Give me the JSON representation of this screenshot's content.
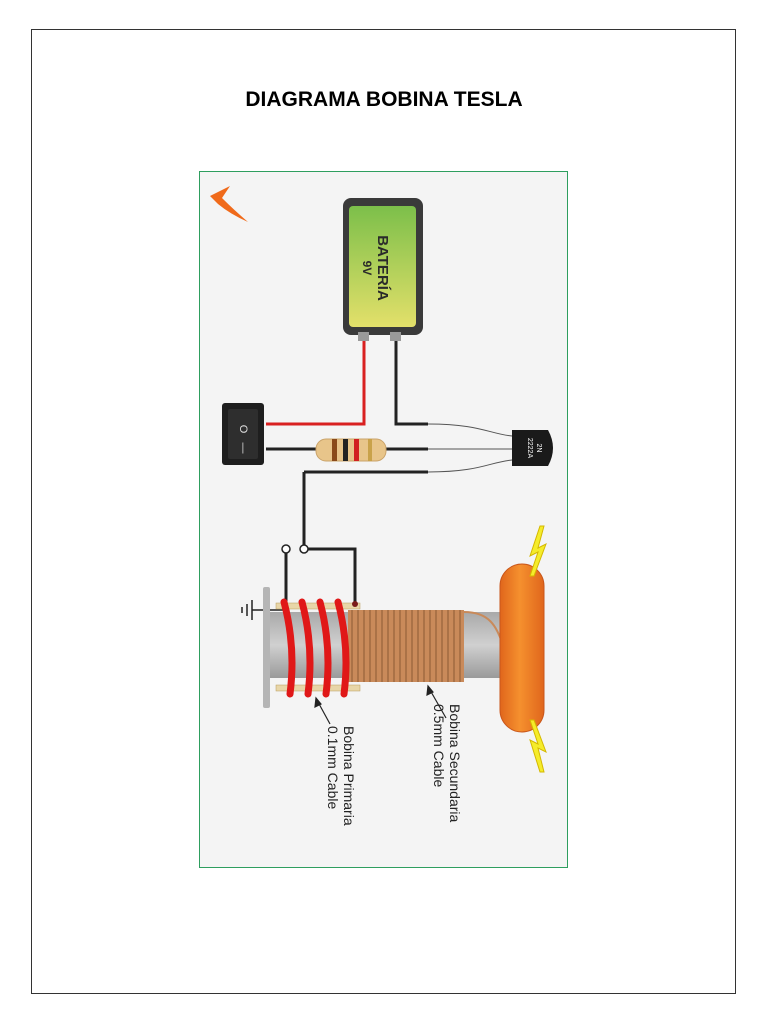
{
  "page": {
    "title": "DIAGRAMA BOBINA TESLA"
  },
  "diagram": {
    "battery": {
      "label": "BATERÍA",
      "voltage": "9V"
    },
    "transistor": {
      "line1": "2N",
      "line2": "2222A"
    },
    "switch": {
      "on_symbol": "—",
      "off_symbol": "O"
    },
    "primary_coil": {
      "line1": "Bobina Primaria",
      "line2": "0.1mm Cable"
    },
    "secondary_coil": {
      "line1": "Bobina Secundaria",
      "line2": "0.5mm Cable"
    },
    "logo_icon": "orange-chevron-logo",
    "colors": {
      "frame_border": "#2e9e5e",
      "battery_green": "#7cbf4a",
      "battery_yellow": "#e3e06a",
      "wire_red": "#d92020",
      "primary_coil_red": "#e01818",
      "secondary_coil_copper": "#c98a5a",
      "top_load_orange": "#f07a2a",
      "spark_yellow": "#f5ec2a",
      "logo_orange": "#f06a1a"
    }
  }
}
